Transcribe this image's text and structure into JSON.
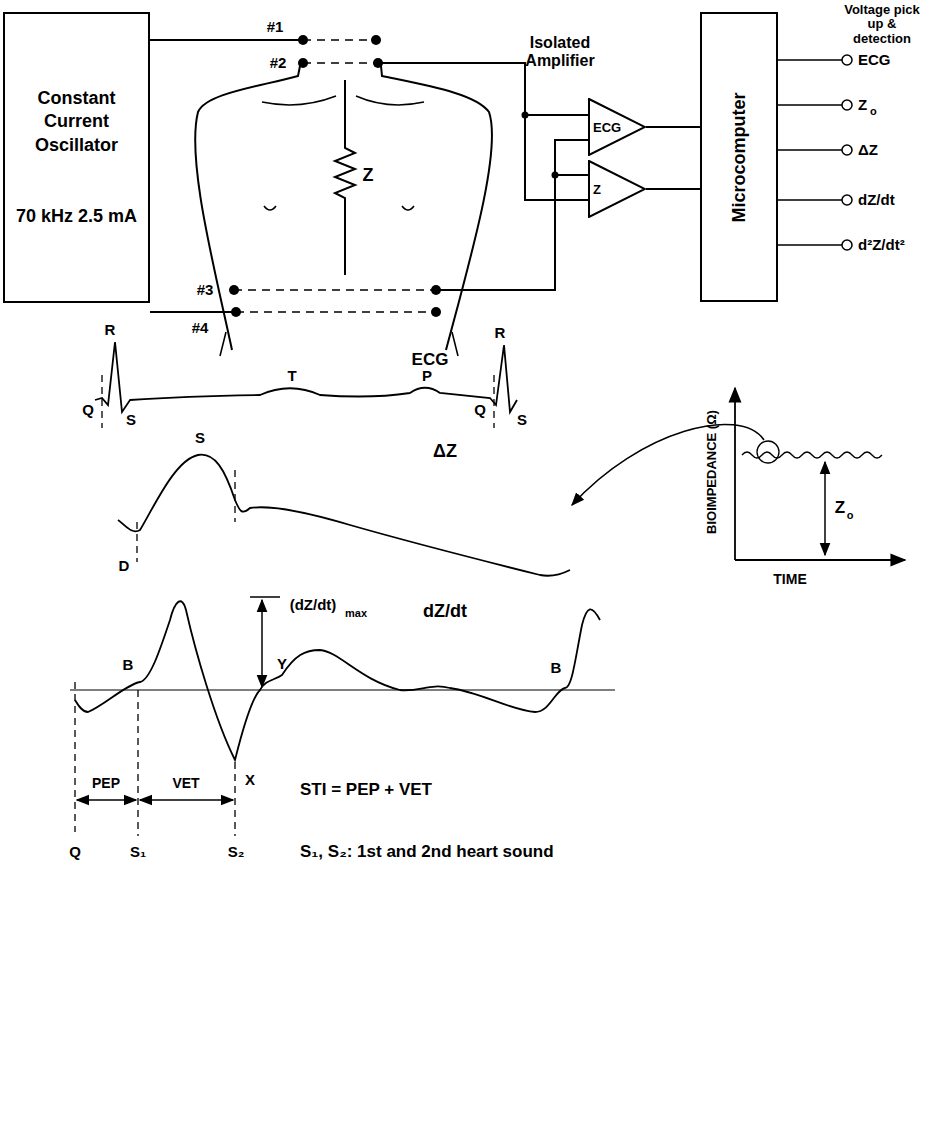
{
  "diagram": {
    "nodes": [
      {
        "text": [
          "Constant Current Oscillator",
          "70 kHz 2.5 mA"
        ]
      },
      {
        "text": [
          "ECG"
        ]
      },
      {
        "text": [
          "Z"
        ]
      },
      {
        "text": [
          "Microcomputer"
        ]
      }
    ],
    "edges": [
      {
        "from": 1,
        "to": 3,
        "arrow": "none"
      },
      {
        "from": 2,
        "to": 3,
        "arrow": "none"
      }
    ],
    "labels": [
      "#1",
      "#2",
      "#3",
      "#4",
      "Z",
      "Isolated Amplifier",
      "Voltage pick up & detection",
      "ECG",
      "Z",
      "o",
      "ΔZ",
      "dZ/dt",
      "d²Z/dt²",
      "R",
      "Q",
      "S",
      "T",
      "P",
      "Q",
      "S",
      "R",
      "ECG",
      "S",
      "ΔZ",
      "D",
      "dZ/dt",
      "B",
      "(dZ/dt)",
      "max",
      "Y",
      "B",
      "X",
      "PEP",
      "VET",
      "STI = PEP + VET",
      "Q",
      "S₁",
      "S₂",
      "S₁, S₂: 1st and 2nd heart sound",
      "BIOIMPEDANCE (Ω)",
      "TIME",
      "Z",
      "o"
    ]
  }
}
